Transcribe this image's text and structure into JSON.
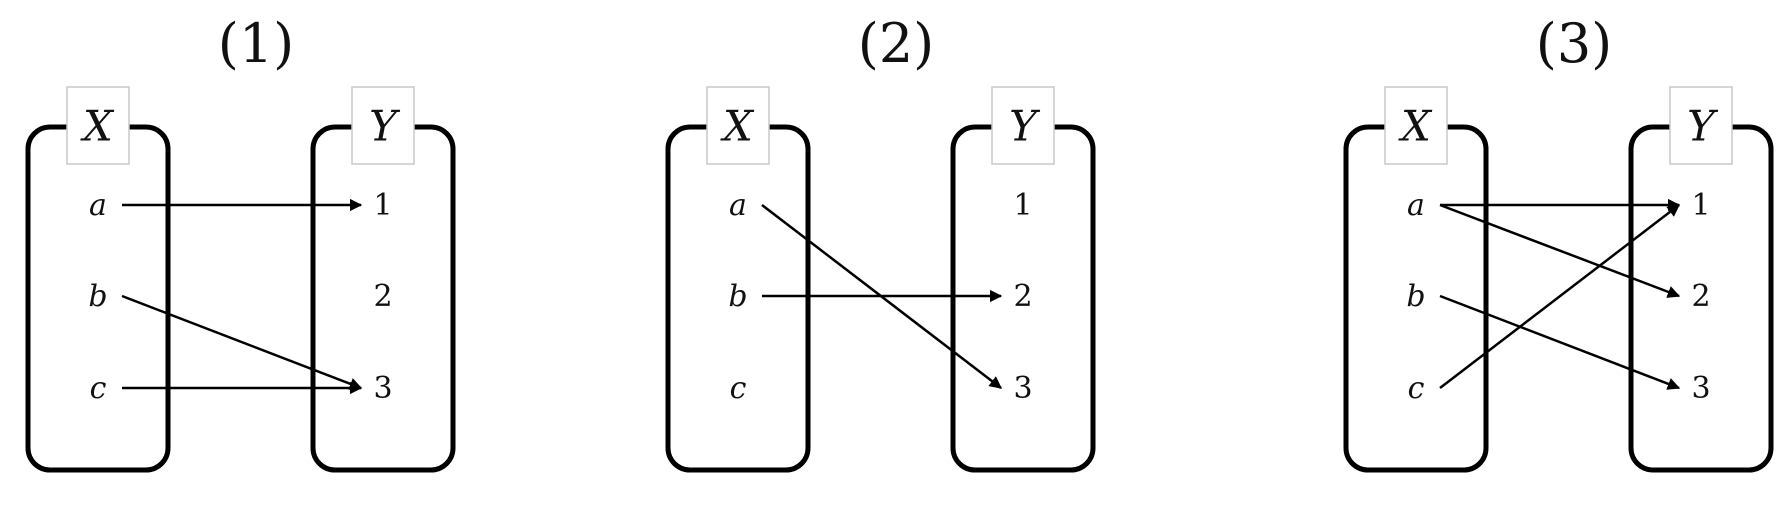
{
  "panels": [
    {
      "caption": "(1)",
      "domain_label": "X",
      "codomain_label": "Y",
      "domain": [
        "a",
        "b",
        "c"
      ],
      "codomain": [
        "1",
        "2",
        "3"
      ],
      "arrows": [
        [
          "a",
          "1"
        ],
        [
          "b",
          "3"
        ],
        [
          "c",
          "3"
        ]
      ]
    },
    {
      "caption": "(2)",
      "domain_label": "X",
      "codomain_label": "Y",
      "domain": [
        "a",
        "b",
        "c"
      ],
      "codomain": [
        "1",
        "2",
        "3"
      ],
      "arrows": [
        [
          "a",
          "3"
        ],
        [
          "b",
          "2"
        ]
      ]
    },
    {
      "caption": "(3)",
      "domain_label": "X",
      "codomain_label": "Y",
      "domain": [
        "a",
        "b",
        "c"
      ],
      "codomain": [
        "1",
        "2",
        "3"
      ],
      "arrows": [
        [
          "a",
          "1"
        ],
        [
          "a",
          "2"
        ],
        [
          "b",
          "3"
        ],
        [
          "c",
          "1"
        ]
      ]
    }
  ]
}
